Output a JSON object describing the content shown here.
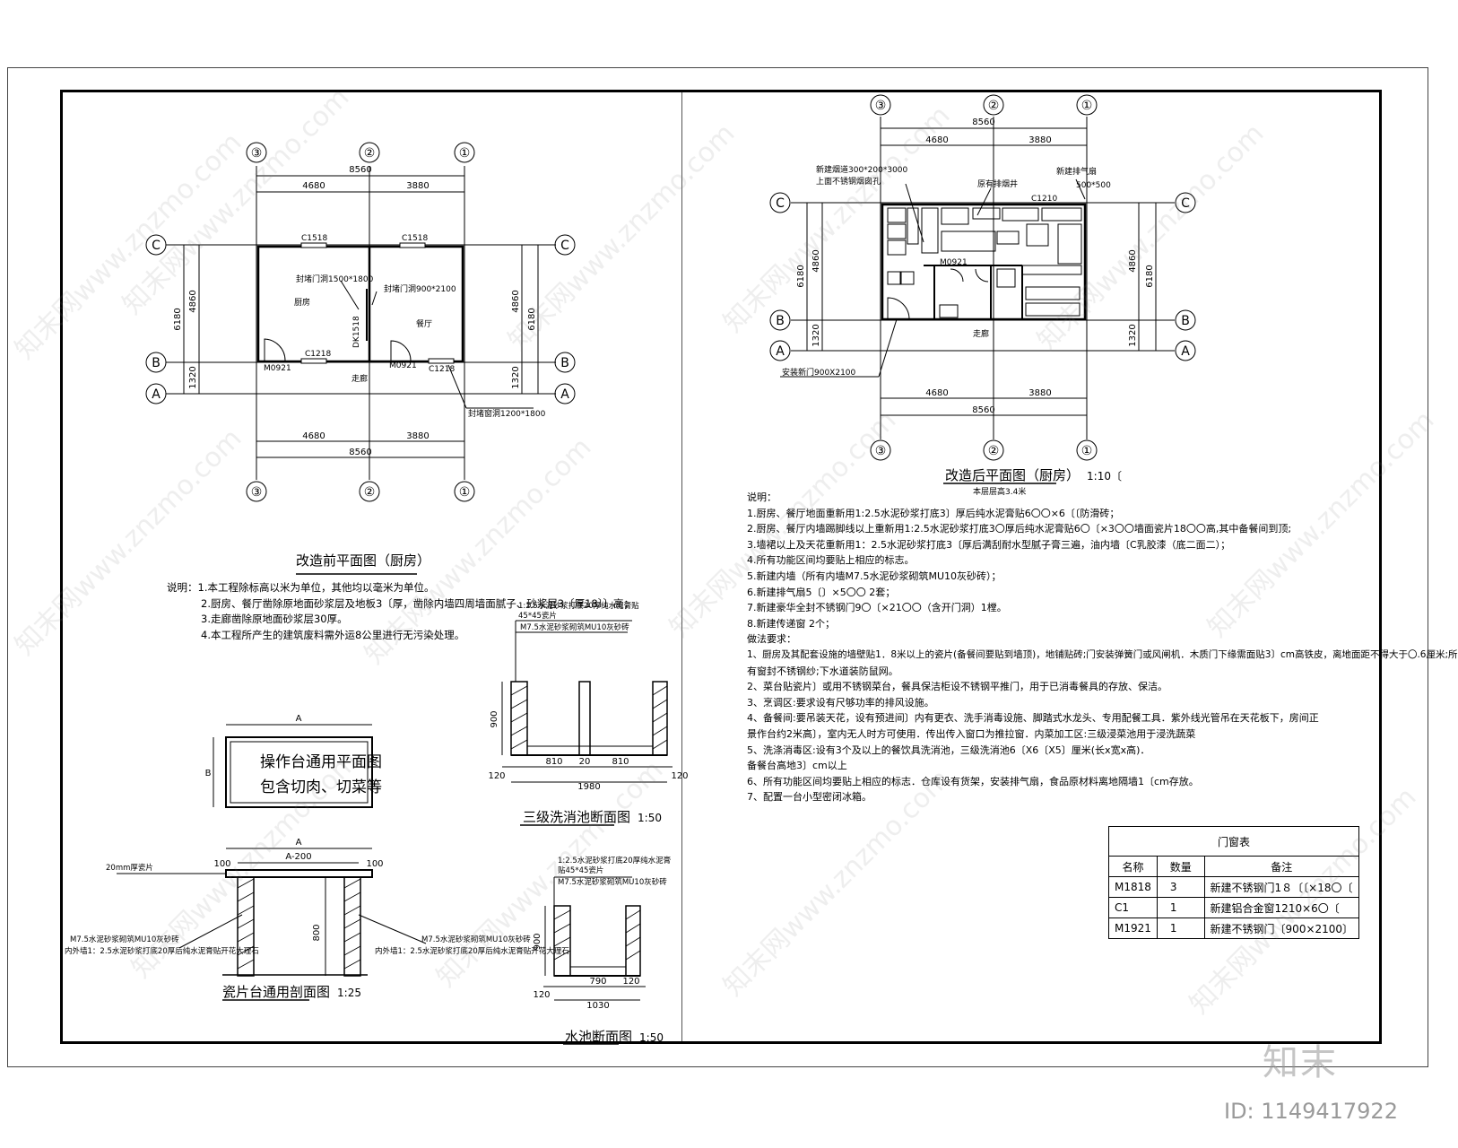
{
  "left": {
    "grid_labels": [
      "③",
      "②",
      "①",
      "C",
      "B",
      "A"
    ],
    "dims": {
      "total": "8560",
      "left": "4680",
      "right": "3880",
      "h1": "4860",
      "h_total": "6180",
      "h2": "1320"
    },
    "windows": {
      "c1518": "C1518",
      "c1218": "C1218"
    },
    "doors": {
      "m0921": "M0921",
      "dk": "DK1518"
    },
    "rooms": {
      "kitchen": "厨房",
      "dining": "餐厅",
      "corridor": "走廊"
    },
    "callouts": {
      "c1": "封堵门洞1500*1800",
      "c2": "封堵门洞900*2100",
      "c3": "封堵窗洞1200*1800"
    },
    "title": "改造前平面图（厨房）",
    "notes": [
      "说明：1.本工程除标高以米为单位，其他均以毫米为单位。",
      "2.厨房、餐厅凿除原地面砂浆层及地板3〔厚，凿除内墙四周墙面腻子、砂浆层3〔厚18〕〕高；",
      "3.走廊凿除原地面砂浆层30厚。",
      "4.本工程所产生的建筑废料需外运8公里进行无污染处理。"
    ]
  },
  "counter": {
    "plan_a": "A",
    "plan_b": "B",
    "plan_text1": "操作台通用平面图",
    "plan_text2": "包含切肉、切菜等",
    "sec_a": "A",
    "sec_a200": "A-200",
    "sec_100l": "100",
    "sec_100r": "100",
    "sec_800": "800",
    "tile": "20mm厚瓷片",
    "mortar_l": "M7.5水泥砂浆砌筑MU10灰砂砖",
    "inner_l": "内外墙1：2.5水泥砂浆打底20厚后纯水泥膏贴开花大理石",
    "mortar_r": "M7.5水泥砂浆砌筑MU10灰砂砖",
    "inner_r": "内外墙1：2.5水泥砂浆打底20厚后纯水泥膏贴开花大理石",
    "title": "瓷片台通用剖面图",
    "scale": "1:25"
  },
  "sink3": {
    "note1": "1:2.5水泥砂浆打底20厚纯水泥膏贴",
    "note2": "45*45瓷片",
    "note3": "M7.5水泥砂浆砌筑MU10灰砂砖",
    "h": "900",
    "w1": "810",
    "w2": "20",
    "w3": "810",
    "e1": "120",
    "e2": "120",
    "total": "1980",
    "title": "三级洗消池断面图",
    "scale": "1:50"
  },
  "sink1": {
    "note1": "1:2.5水泥砂浆打底20厚纯水泥膏",
    "note2": "贴45*45瓷片",
    "note3": "M7.5水泥砂浆砌筑MU10灰砂砖",
    "h": "900",
    "w": "790",
    "e1": "120",
    "e2": "120",
    "total": "1030",
    "title": "水池断面图",
    "scale": "1:50"
  },
  "right": {
    "grid_labels": [
      "③",
      "②",
      "①",
      "C",
      "B",
      "A"
    ],
    "dims": {
      "total": "8560",
      "left": "4680",
      "right": "3880",
      "h1": "4860",
      "h_total": "6180",
      "h2": "1320"
    },
    "callouts": {
      "c1": "新建烟道300*200*3000",
      "c1b": "上面不锈钢烟囱孔",
      "c2": "原有排烟井",
      "c3": "新建排气扇",
      "c3b": "500*500",
      "c4": "安装新门900X2100"
    },
    "labels": {
      "corridor": "走廊",
      "win": "C1210",
      "m": "M0921"
    },
    "title": "改造后平面图（厨房）",
    "scale": "1:10〔",
    "sub": "本层层高3.4米",
    "notes": [
      "说明：",
      "1.厨房、餐厅地面重新用1:2.5水泥砂浆打底3〕厚后纯水泥膏贴6〇〇×6〔〔防滑砖；",
      "2.厨房、餐厅内墙踢脚线以上重新用1:2.5水泥砂浆打底3〇厚后纯水泥膏贴6〇〔×3〇〇墙面瓷片18〇〇高,其中备餐间到顶;",
      "3.墙裙以上及天花重新用1：2.5水泥砂浆打底3〔厚后满刮耐水型腻子膏三遍，油内墙〔C乳胶漆（底二面二）；",
      "4.所有功能区间均要贴上相应的标志。",
      "5.新建内墙（所有内墙M7.5水泥砂浆砌筑MU10灰砂砖）；",
      "6.新建排气扇5〔〕×5〇〇    2套；",
      "7.新建豪华全封不锈钢门9〇〔×21〇〇（含开门洞）1樘。",
      "8.新建传递窗  2个；",
      "做法要求：",
      "1、厨房及其配套设施的墙壁贴1．8米以上的瓷片(备餐间要贴到墙顶)，地铺贴砖;门安装弹簧门或风闸机．木质门下缘需面贴3〕cm高铁皮，离地面距不得大于〇.6厘米;所",
      "有窗封不锈钢纱;下水道装防鼠网。",
      "2、菜台贴瓷片〕或用不锈钢菜台，餐具保洁柜设不锈钢平推门，用于已消毒餐具的存放、保洁。",
      "3、烹调区:要求设有尺够功率的排风设施。",
      "4、备餐间:要吊装天花，设有预进间〕内有更衣、洗手消毒设施、脚踏式水龙头、专用配餐工具．紫外线光管吊在天花板下，房间正",
      "景作台约2米高〕，室内无人时方可使用．传出传入窗口为推拉窗．内菜加工区:三级浸菜池用于浸洗蔬菜",
      "5、洗涤消毒区:设有3个及以上的餐饮具洗消池，三级洗消池6〔X6〔X5〕厘米(长x宽x高)．",
      "备餐台高地3〕cm以上",
      "6、所有功能区间均要贴上相应的标志．仓库设有货架，安装排气扇，食品原材料离地隔墙1〔cm存放。",
      "7、配置一台小型密闭冰箱。"
    ]
  },
  "door_table": {
    "title": "门窗表",
    "headers": [
      "名称",
      "数量",
      "备注"
    ],
    "rows": [
      {
        "name": "M1818",
        "qty": "3",
        "note": "新建不锈钢门1８〔〔×18〇〔"
      },
      {
        "name": "C1",
        "qty": "1",
        "note": "新建铝合金窗1210×6〇〔"
      },
      {
        "name": "M1921",
        "qty": "1",
        "note": "新建不锈钢门〔900×2100〕"
      }
    ]
  },
  "watermarks": {
    "site": "知末网www.znzmo.com",
    "logo": "知末",
    "id": "ID: 1149417922"
  }
}
